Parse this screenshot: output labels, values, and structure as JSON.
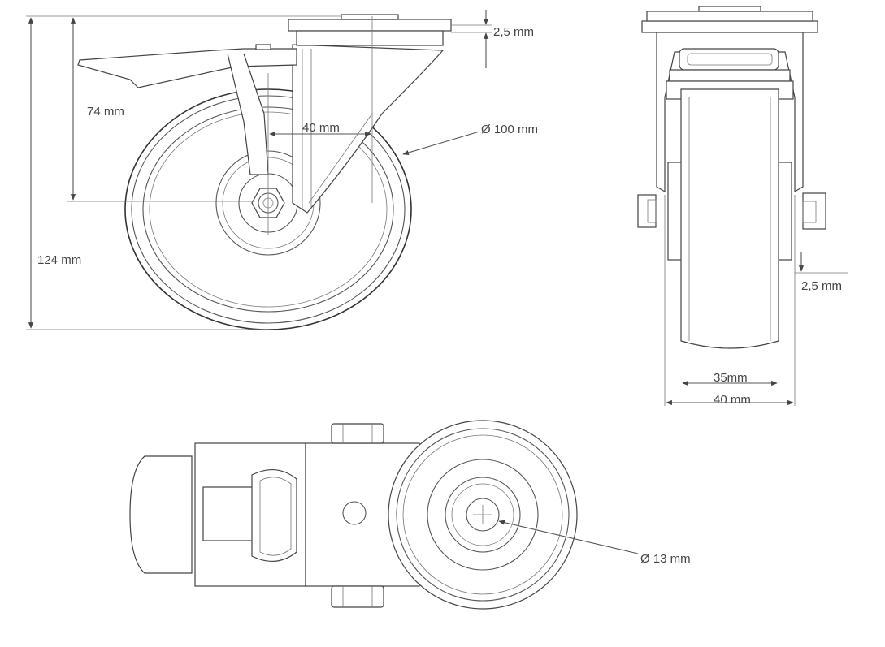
{
  "dimensions": {
    "plate_thickness": "2,5 mm",
    "axle_height": "74 mm",
    "offset": "40 mm",
    "wheel_diameter": "Ø 100 mm",
    "total_height": "124 mm",
    "side_gap": "2,5 mm",
    "tread_width": "35mm",
    "wheel_width": "40 mm",
    "bore_diameter": "Ø 13 mm"
  }
}
